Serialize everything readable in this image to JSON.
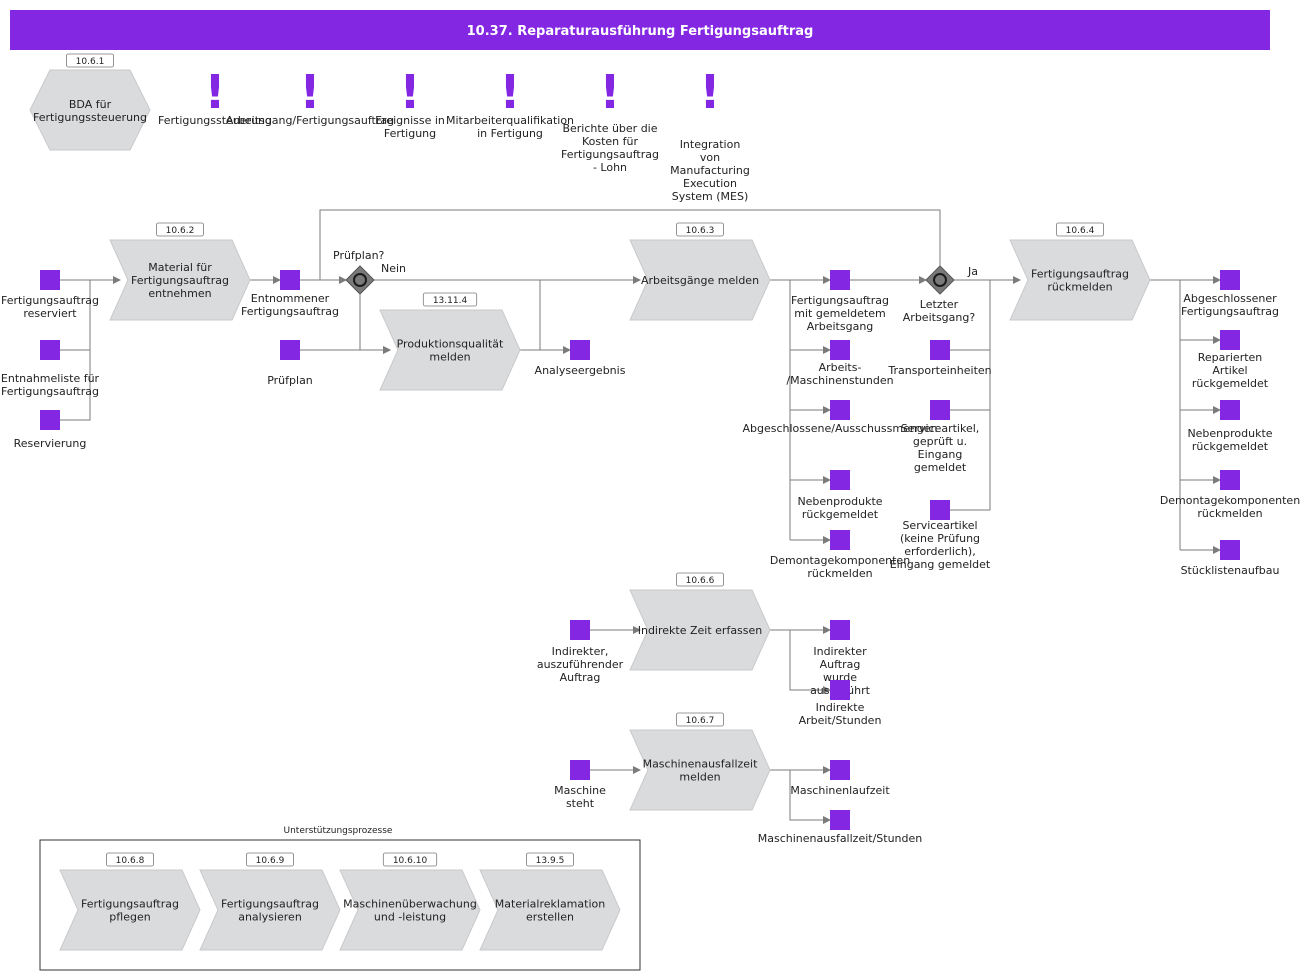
{
  "title": "10.37. Reparaturausführung Fertigungsauftrag",
  "colors": {
    "title_bar": "#8427e2",
    "square": "#8427e2",
    "chevron": "#dadbdd",
    "gateway": "#7a7a7a"
  },
  "top": {
    "hex": {
      "ref": "10.6.1",
      "label": [
        "BDA für",
        "Fertigungssteuerung"
      ]
    },
    "alerts": [
      {
        "label": [
          "Fertigungssteuerung"
        ]
      },
      {
        "label": [
          "Arbeitsgang/Fertigungsauftrag"
        ]
      },
      {
        "label": [
          "Ereignisse in",
          "Fertigung"
        ]
      },
      {
        "label": [
          "Mitarbeiterqualifikation",
          "in Fertigung"
        ]
      },
      {
        "label": [
          "Berichte über die",
          "Kosten für",
          "Fertigungsauftrag",
          "- Lohn"
        ]
      },
      {
        "label": [
          "Integration",
          "von",
          "Manufacturing",
          "Execution",
          "System (MES)"
        ]
      }
    ]
  },
  "processes": [
    {
      "ref": "10.6.2",
      "label": [
        "Material für",
        "Fertigungsauftrag",
        "entnehmen"
      ]
    },
    {
      "ref": "13.11.4",
      "label": [
        "Produktionsqualität",
        "melden"
      ]
    },
    {
      "ref": "10.6.3",
      "label": [
        "Arbeitsgänge melden"
      ]
    },
    {
      "ref": "10.6.4",
      "label": [
        "Fertigungsauftrag",
        "rückmelden"
      ]
    },
    {
      "ref": "10.6.6",
      "label": [
        "Indirekte Zeit erfassen"
      ]
    },
    {
      "ref": "10.6.7",
      "label": [
        "Maschinenausfallzeit",
        "melden"
      ]
    }
  ],
  "gateways": [
    {
      "label": [
        "Prüfplan?"
      ],
      "branch": "Nein"
    },
    {
      "label": [
        "Letzter",
        "Arbeitsgang?"
      ],
      "branch": "Ja"
    }
  ],
  "objects": [
    {
      "label": [
        "Fertigungsauftrag",
        "reserviert"
      ]
    },
    {
      "label": [
        "Entnahmeliste für",
        "Fertigungsauftrag"
      ]
    },
    {
      "label": [
        "Reservierung"
      ]
    },
    {
      "label": [
        "Entnommener",
        "Fertigungsauftrag"
      ]
    },
    {
      "label": [
        "Prüfplan"
      ]
    },
    {
      "label": [
        "Analyseergebnis"
      ]
    },
    {
      "label": [
        "Fertigungsauftrag",
        "mit gemeldetem",
        "Arbeitsgang"
      ]
    },
    {
      "label": [
        "Arbeits-",
        "/Maschinenstunden"
      ]
    },
    {
      "label": [
        "Abgeschlossene/Ausschussmengen"
      ]
    },
    {
      "label": [
        "Nebenprodukte",
        "rückgemeldet"
      ]
    },
    {
      "label": [
        "Demontagekomponenten",
        "rückmelden"
      ]
    },
    {
      "label": [
        "Transporteinheiten"
      ]
    },
    {
      "label": [
        "Serviceartikel,",
        "geprüft u.",
        "Eingang",
        "gemeldet"
      ]
    },
    {
      "label": [
        "Serviceartikel",
        "(keine Prüfung",
        "erforderlich),",
        "Eingang gemeldet"
      ]
    },
    {
      "label": [
        "Abgeschlossener",
        "Fertigungsauftrag"
      ]
    },
    {
      "label": [
        "Reparierten",
        "Artikel",
        "rückgemeldet"
      ]
    },
    {
      "label": [
        "Nebenprodukte",
        "rückgemeldet"
      ]
    },
    {
      "label": [
        "Demontagekomponenten",
        "rückmelden"
      ]
    },
    {
      "label": [
        "Stücklistenaufbau"
      ]
    },
    {
      "label": [
        "Indirekter,",
        "auszuführender",
        "Auftrag"
      ]
    },
    {
      "label": [
        "Indirekter",
        "Auftrag",
        "wurde",
        "ausgeführt"
      ]
    },
    {
      "label": [
        "Indirekte",
        "Arbeit/Stunden"
      ]
    },
    {
      "label": [
        "Maschine",
        "steht"
      ]
    },
    {
      "label": [
        "Maschinenlaufzeit"
      ]
    },
    {
      "label": [
        "Maschinenausfallzeit/Stunden"
      ]
    }
  ],
  "support": {
    "title": "Unterstützungsprozesse",
    "items": [
      {
        "ref": "10.6.8",
        "label": [
          "Fertigungsauftrag",
          "pflegen"
        ]
      },
      {
        "ref": "10.6.9",
        "label": [
          "Fertigungsauftrag",
          "analysieren"
        ]
      },
      {
        "ref": "10.6.10",
        "label": [
          "Maschinenüberwachung",
          "und -leistung"
        ]
      },
      {
        "ref": "13.9.5",
        "label": [
          "Materialreklamation",
          "erstellen"
        ]
      }
    ]
  }
}
